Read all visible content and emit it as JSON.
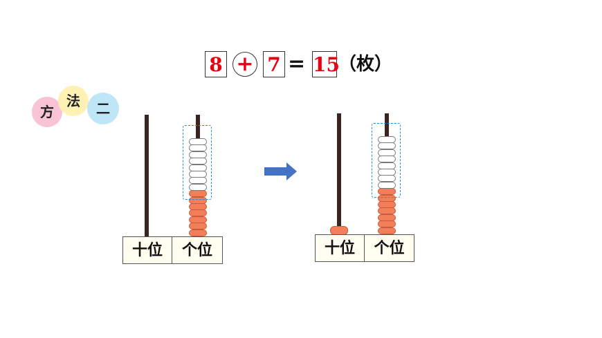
{
  "equation": {
    "addend1": "8",
    "operator": "+",
    "addend2": "7",
    "equals": "=",
    "result": "15",
    "unit": "（枚）"
  },
  "method": {
    "chars": [
      "方",
      "法",
      "二"
    ],
    "colors": [
      "#f9c3d6",
      "#fff0b3",
      "#bfe6f7"
    ]
  },
  "abacus_before": {
    "tens_label": "十位",
    "ones_label": "个位",
    "tens_beads": 0,
    "ones_beads_white": 8,
    "ones_beads_orange": 7
  },
  "abacus_after": {
    "tens_label": "十位",
    "ones_label": "个位",
    "tens_beads": 1,
    "ones_beads_white": 8,
    "ones_beads_orange": 7
  },
  "colors": {
    "accent": "#e60012",
    "bead_orange": "#f37e5a",
    "dashed_box": "#1e90e0",
    "arrow": "#4472c4",
    "rod": "#3a2520"
  }
}
